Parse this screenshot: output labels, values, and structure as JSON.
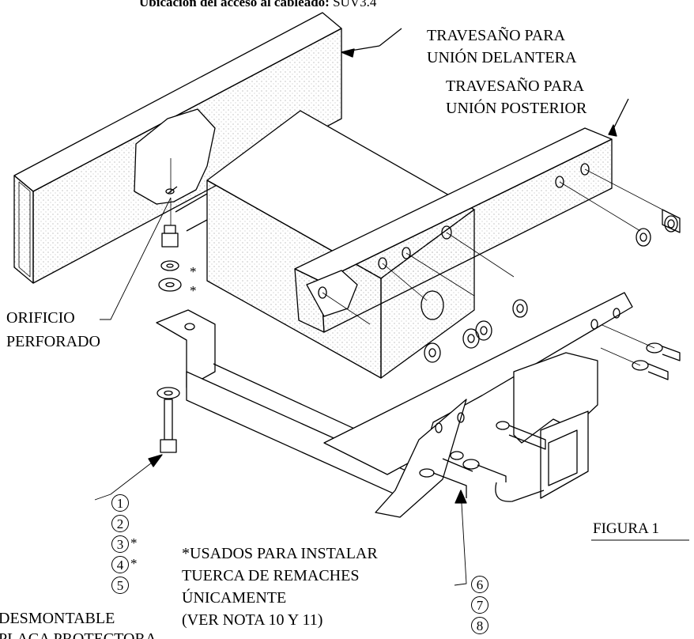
{
  "header": {
    "title_bold": "Ubicación del acceso al cableado:",
    "title_value": "SUV3.4"
  },
  "labels": {
    "front_crossmember": [
      "TRAVESAÑO PARA",
      "UNIÓN DELANTERA"
    ],
    "rear_crossmember": [
      "TRAVESAÑO PARA",
      "UNIÓN POSTERIOR"
    ],
    "drilled_hole": [
      "ORIFICIO",
      "PERFORADO"
    ],
    "rivet_note": [
      "*USADOS PARA INSTALAR",
      "TUERCA DE REMACHES",
      "ÚNICAMENTE",
      "(VER NOTA 10 Y 11)"
    ],
    "removable": [
      "DESMONTABLE",
      "PLACA PROTECTORA"
    ],
    "figure": "FIGURA 1"
  },
  "callouts_left": [
    "1",
    "2",
    "3",
    "4",
    "5"
  ],
  "callouts_left_asterisk": [
    "",
    "",
    "*",
    "*",
    ""
  ],
  "callouts_right": [
    "6",
    "7",
    "8"
  ],
  "washer_asterisks": [
    "*",
    "*"
  ]
}
